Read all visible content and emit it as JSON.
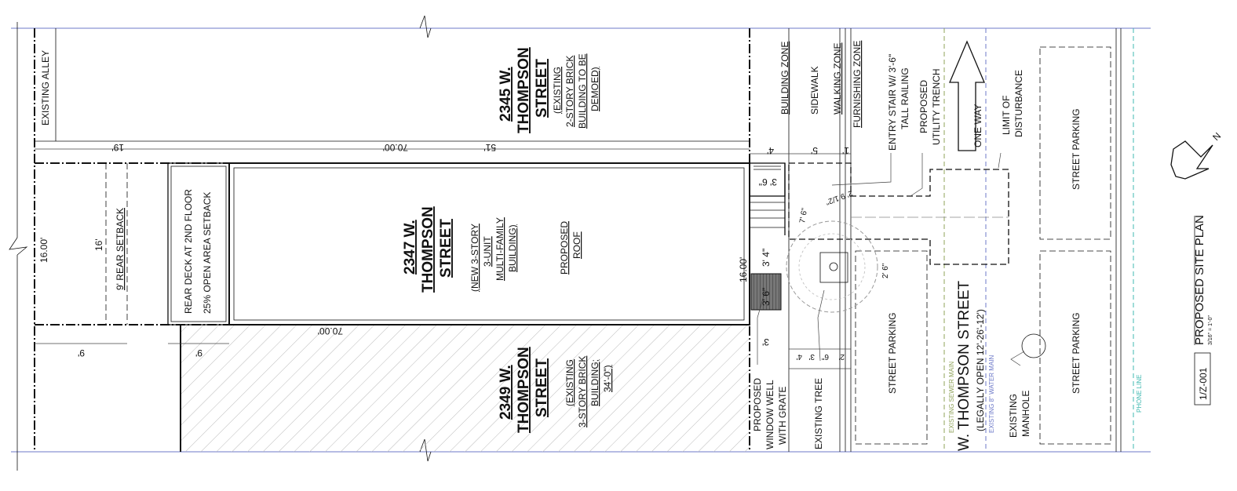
{
  "plan": {
    "title": "PROPOSED SITE PLAN",
    "sheet_ref": "1/Z-001",
    "scale": "3/16\" = 1'-0\"",
    "north_label": "N"
  },
  "parcels": {
    "north_address_1": "2345 W.",
    "north_address_2": "THOMPSON",
    "north_address_3": "STREET",
    "north_note_1": "(EXISTING",
    "north_note_2": "2-STORY BRICK",
    "north_note_3": "BUILDING TO BE",
    "north_note_4": "DEMOED)",
    "main_address_1": "2347 W.",
    "main_address_2": "THOMPSON",
    "main_address_3": "STREET",
    "main_note_1": "(NEW 3-STORY",
    "main_note_2": "3-UNIT",
    "main_note_3": "MULTI-FAMILY",
    "main_note_4": "BUILDING)",
    "roof_1": "PROPOSED",
    "roof_2": "ROOF",
    "south_address_1": "2349 W.",
    "south_address_2": "THOMPSON",
    "south_address_3": "STREET",
    "south_note_1": "(EXISTING",
    "south_note_2": "3-STORY BRICK",
    "south_note_3": "BUILDING;",
    "south_note_4": "34'-0\")"
  },
  "labels": {
    "existing_alley": "EXISTING ALLEY",
    "rear_setback": "9' REAR SETBACK",
    "rear_deck": "REAR DECK AT 2ND FLOOR",
    "open_area": "25% OPEN AREA SETBACK",
    "building_zone": "BUILDING ZONE",
    "sidewalk": "SIDEWALK",
    "walking_zone": "WALKING ZONE",
    "furnishing_zone": "FURNISHING ZONE",
    "entry_stair_1": "ENTRY STAIR  W/ 3'-6\"",
    "entry_stair_2": "TALL RAILING",
    "utility_trench_1": "PROPOSED",
    "utility_trench_2": "UTILITY TRENCH",
    "one_way": "ONE WAY",
    "limit_1": "LIMIT OF",
    "limit_2": "DISTURBANCE",
    "street_parking": "STREET PARKING",
    "street_name": "W. THOMPSON STREET",
    "legally_open": "(LEGALLY OPEN 12'-26'-12')",
    "sewer_main": "EXISTING SEWER MAIN",
    "water_main": "EXISTING 8\" WATER MAIN",
    "phone_line": "PHONE LINE",
    "manhole_1": "EXISTING",
    "manhole_2": "MANHOLE",
    "existing_tree": "EXISTING TREE",
    "window_well_1": "PROPOSED",
    "window_well_2": "WINDOW WELL",
    "window_well_3": "WITH GRATE"
  },
  "dims": {
    "d19": "19'",
    "d70a": "70.00'",
    "d51": "51'",
    "d4": "4'",
    "d5": "5'",
    "d1": "1'",
    "d16": "16.00'",
    "d16b": "16'",
    "d9a": "9'",
    "d9b": "9'",
    "d70b": "70.00'",
    "d3_6a": "3' 6\"",
    "d2_9": "2' 9 1/2\"",
    "d7_6": "7' 6\"",
    "d3_4": "3' 4\"",
    "d3_6b": "3' 6\"",
    "d16c": "16.00'",
    "d3": "3'",
    "d2_6": "2' 6\"",
    "d4b": "4'",
    "d3b": "3'",
    "d6": "6\"",
    "d2": "2'"
  },
  "colors": {
    "line": "#111111",
    "blue": "#6c78c8",
    "green": "#8fa35a",
    "teal": "#3fb8b0"
  }
}
